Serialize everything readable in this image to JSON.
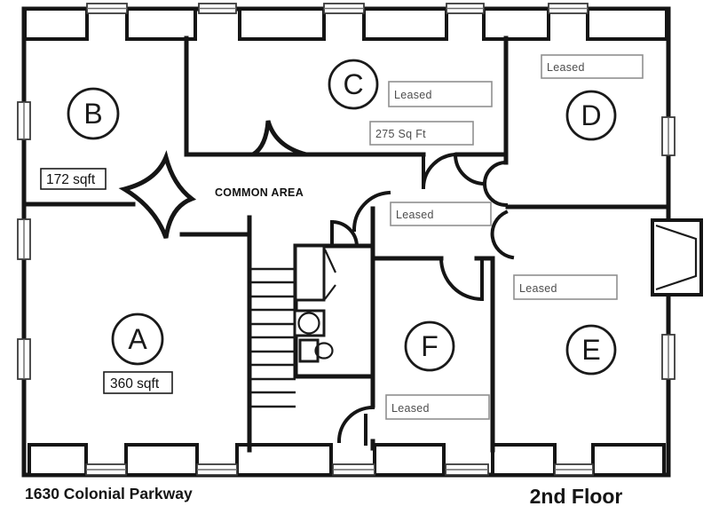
{
  "plan": {
    "address": "1630 Colonial Parkway",
    "floor_label": "2nd Floor",
    "common_area_label": "COMMON AREA",
    "rooms": {
      "a": {
        "letter": "A",
        "area": "360 sqft"
      },
      "b": {
        "letter": "B",
        "area": "172 sqft"
      },
      "c": {
        "letter": "C",
        "area": "275 Sq Ft",
        "status": "Leased"
      },
      "d": {
        "letter": "D",
        "status": "Leased"
      },
      "e": {
        "letter": "E",
        "status": "Leased"
      },
      "f": {
        "letter": "F",
        "status": "Leased"
      },
      "hallway": {
        "status": "Leased"
      }
    },
    "colors": {
      "wall": "#151515",
      "leased_box_border": "#8f8f8f",
      "leased_box_text": "#4d4d4d",
      "label_text": "#111111",
      "background": "#ffffff"
    }
  }
}
